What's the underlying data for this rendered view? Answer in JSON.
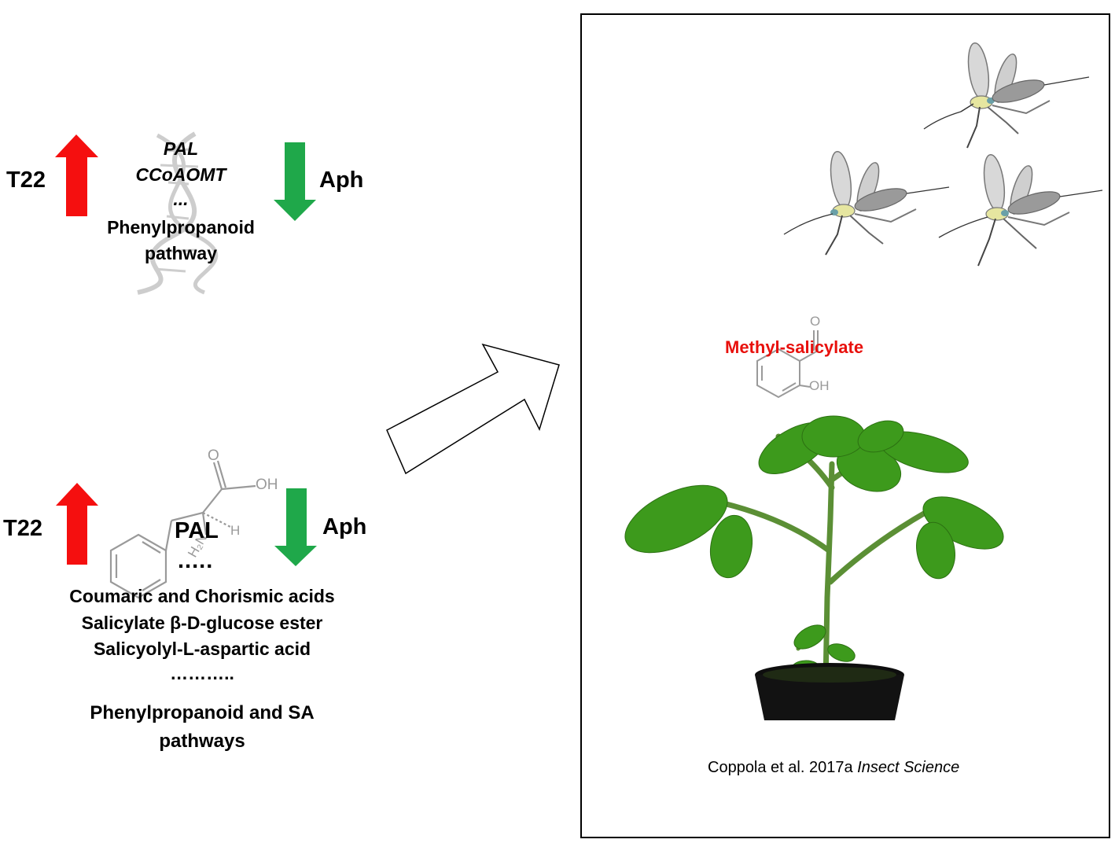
{
  "top_panel": {
    "left_label": "T22",
    "right_label": "Aph",
    "genes": [
      "PAL",
      "CCoAOMT",
      "..."
    ],
    "pathway_line1": "Phenylpropanoid",
    "pathway_line2": "pathway"
  },
  "bottom_panel": {
    "left_label": "T22",
    "right_label": "Aph",
    "enzyme": "PAL",
    "enzyme_dots": ".....",
    "metabolites": [
      "Coumaric and Chorismic acids",
      "Salicylate β-D-glucose ester",
      "Salicyolyl-L-aspartic acid",
      "……….."
    ],
    "pathway_line1": "Phenylpropanoid and SA",
    "pathway_line2": "pathways",
    "molecule_labels": {
      "oxygen": "O",
      "hydroxyl": "OH",
      "hydrogen": "H",
      "amine": "H₂N"
    }
  },
  "right_panel": {
    "compound": "Methyl-salicylate",
    "compound_labels": {
      "oxygen": "O",
      "hydroxyl": "OH"
    },
    "citation_authors": "Coppola et al. 2017a",
    "citation_journal": "Insect Science"
  },
  "colors": {
    "up_arrow": "#f50f0f",
    "down_arrow": "#1fa84a",
    "compound_text": "#e8100c",
    "leaf": "#3d9a1c",
    "pot": "#121212",
    "molecule": "#9a9a9a"
  }
}
